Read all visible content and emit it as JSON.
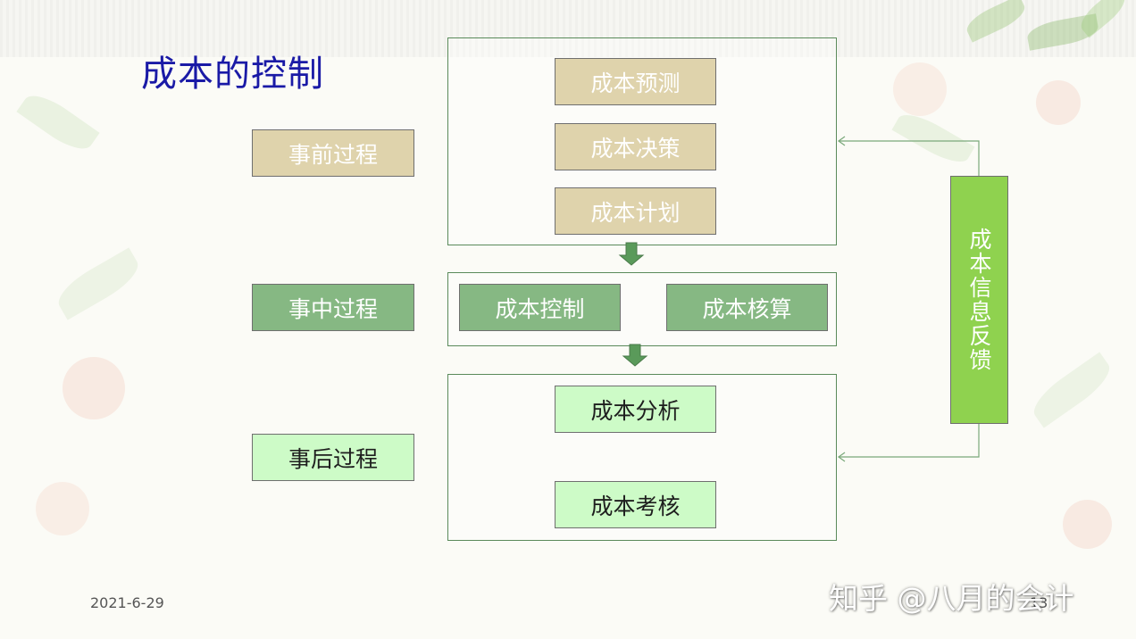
{
  "slide": {
    "title": "成本的控制",
    "footer_date": "2021-6-29",
    "page_number": "13",
    "watermark": "知乎 @八月的会计"
  },
  "colors": {
    "title": "#1a1aa6",
    "tan_box": "#dfd3ac",
    "mid_green_box": "#86b883",
    "light_green_box": "#cdfbc7",
    "feedback_box": "#8fd24f",
    "arrow": "#5a9a5a"
  },
  "stages": [
    {
      "label": "事前过程",
      "steps": [
        "成本预测",
        "成本决策",
        "成本计划"
      ]
    },
    {
      "label": "事中过程",
      "steps": [
        "成本控制",
        "成本核算"
      ]
    },
    {
      "label": "事后过程",
      "steps": [
        "成本分析",
        "成本考核"
      ]
    }
  ],
  "feedback": {
    "label": "成本信息反馈"
  }
}
